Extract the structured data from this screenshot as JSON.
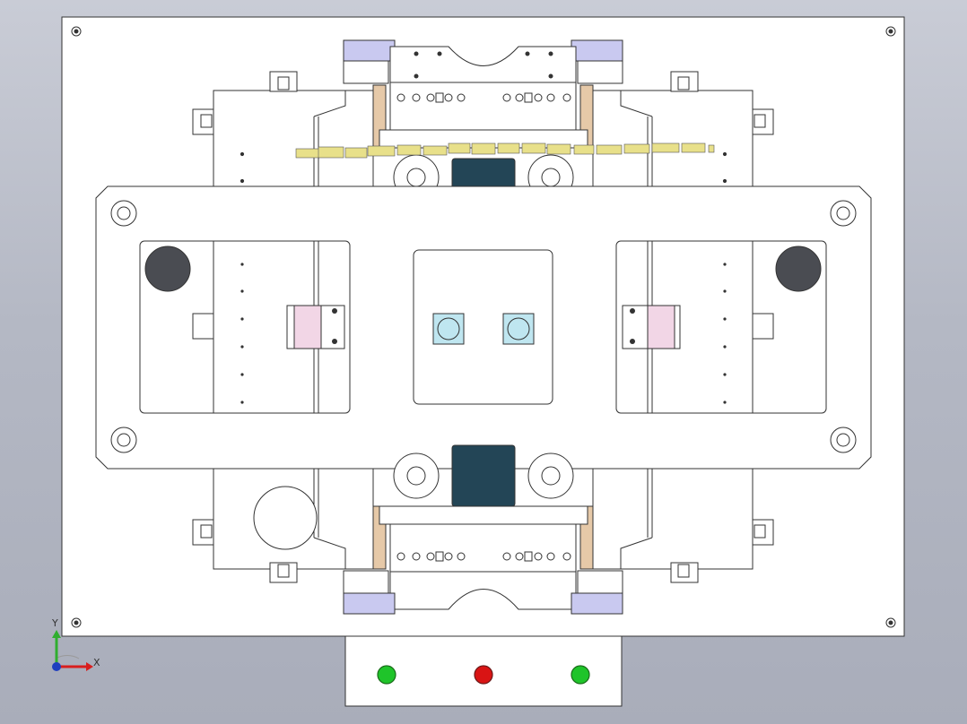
{
  "viewport": {
    "background_top": "#c9ccd6",
    "background_bottom": "#a9adba"
  },
  "axis_triad": {
    "x_label": "X",
    "y_label": "Y",
    "x_color": "#d81e1e",
    "y_color": "#2fae2f",
    "origin_color": "#1f3fbf"
  },
  "control_box": {
    "buttons": [
      {
        "name": "start-button-left",
        "color": "#1fc42a"
      },
      {
        "name": "stop-button",
        "color": "#d91414"
      },
      {
        "name": "start-button-right",
        "color": "#1fc42a"
      }
    ]
  },
  "colors": {
    "line": "#333333",
    "plate": "#ffffff",
    "motor_block": "#234556",
    "wood_edge": "#e6c9a8",
    "purple_block": "#c9c9f0",
    "yellow_parts": "#e8e08a",
    "cyan_part": "#bfe6f0",
    "hole_dark": "#4a4c52"
  }
}
